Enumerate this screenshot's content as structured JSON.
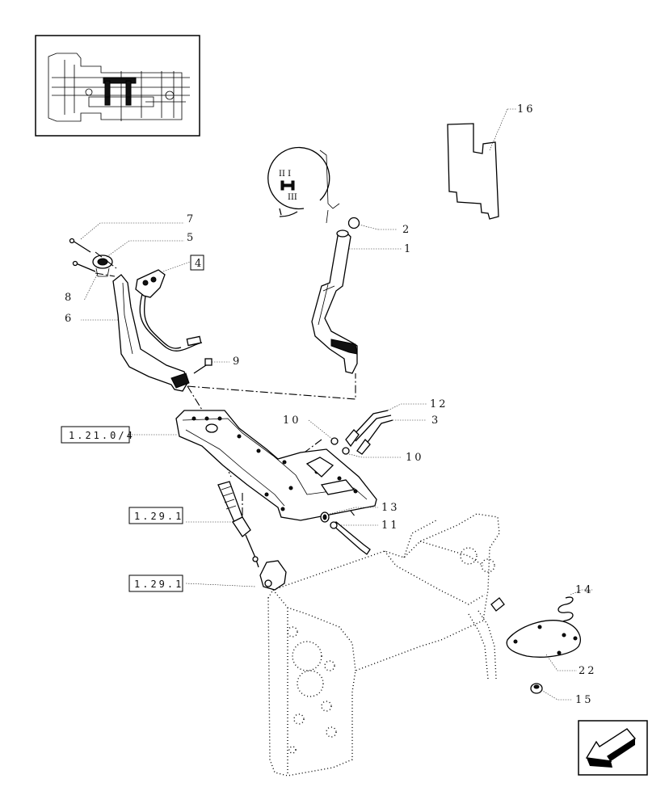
{
  "callouts": [
    {
      "id": "c1",
      "text": "1"
    },
    {
      "id": "c2",
      "text": "2"
    },
    {
      "id": "c3",
      "text": "3"
    },
    {
      "id": "c4",
      "text": "4"
    },
    {
      "id": "c5",
      "text": "5"
    },
    {
      "id": "c6",
      "text": "6"
    },
    {
      "id": "c7",
      "text": "7"
    },
    {
      "id": "c8",
      "text": "8"
    },
    {
      "id": "c9",
      "text": "9"
    },
    {
      "id": "c10a",
      "text": "10"
    },
    {
      "id": "c10b",
      "text": "10"
    },
    {
      "id": "c11",
      "text": "11"
    },
    {
      "id": "c12",
      "text": "12"
    },
    {
      "id": "c13",
      "text": "13"
    },
    {
      "id": "c14",
      "text": "14"
    },
    {
      "id": "c15",
      "text": "15"
    },
    {
      "id": "c16",
      "text": "16"
    },
    {
      "id": "c22",
      "text": "22"
    }
  ],
  "references": {
    "ref_1_21": "1.21.0/4",
    "ref_1_29_a": "1.29.1",
    "ref_1_29_b": "1.29.1"
  },
  "shift_pattern": {
    "top": "II  I",
    "bottom": "III"
  },
  "icons": {
    "thumbnail": "transmission-locator-icon",
    "nav": "previous-page-arrow-icon"
  }
}
